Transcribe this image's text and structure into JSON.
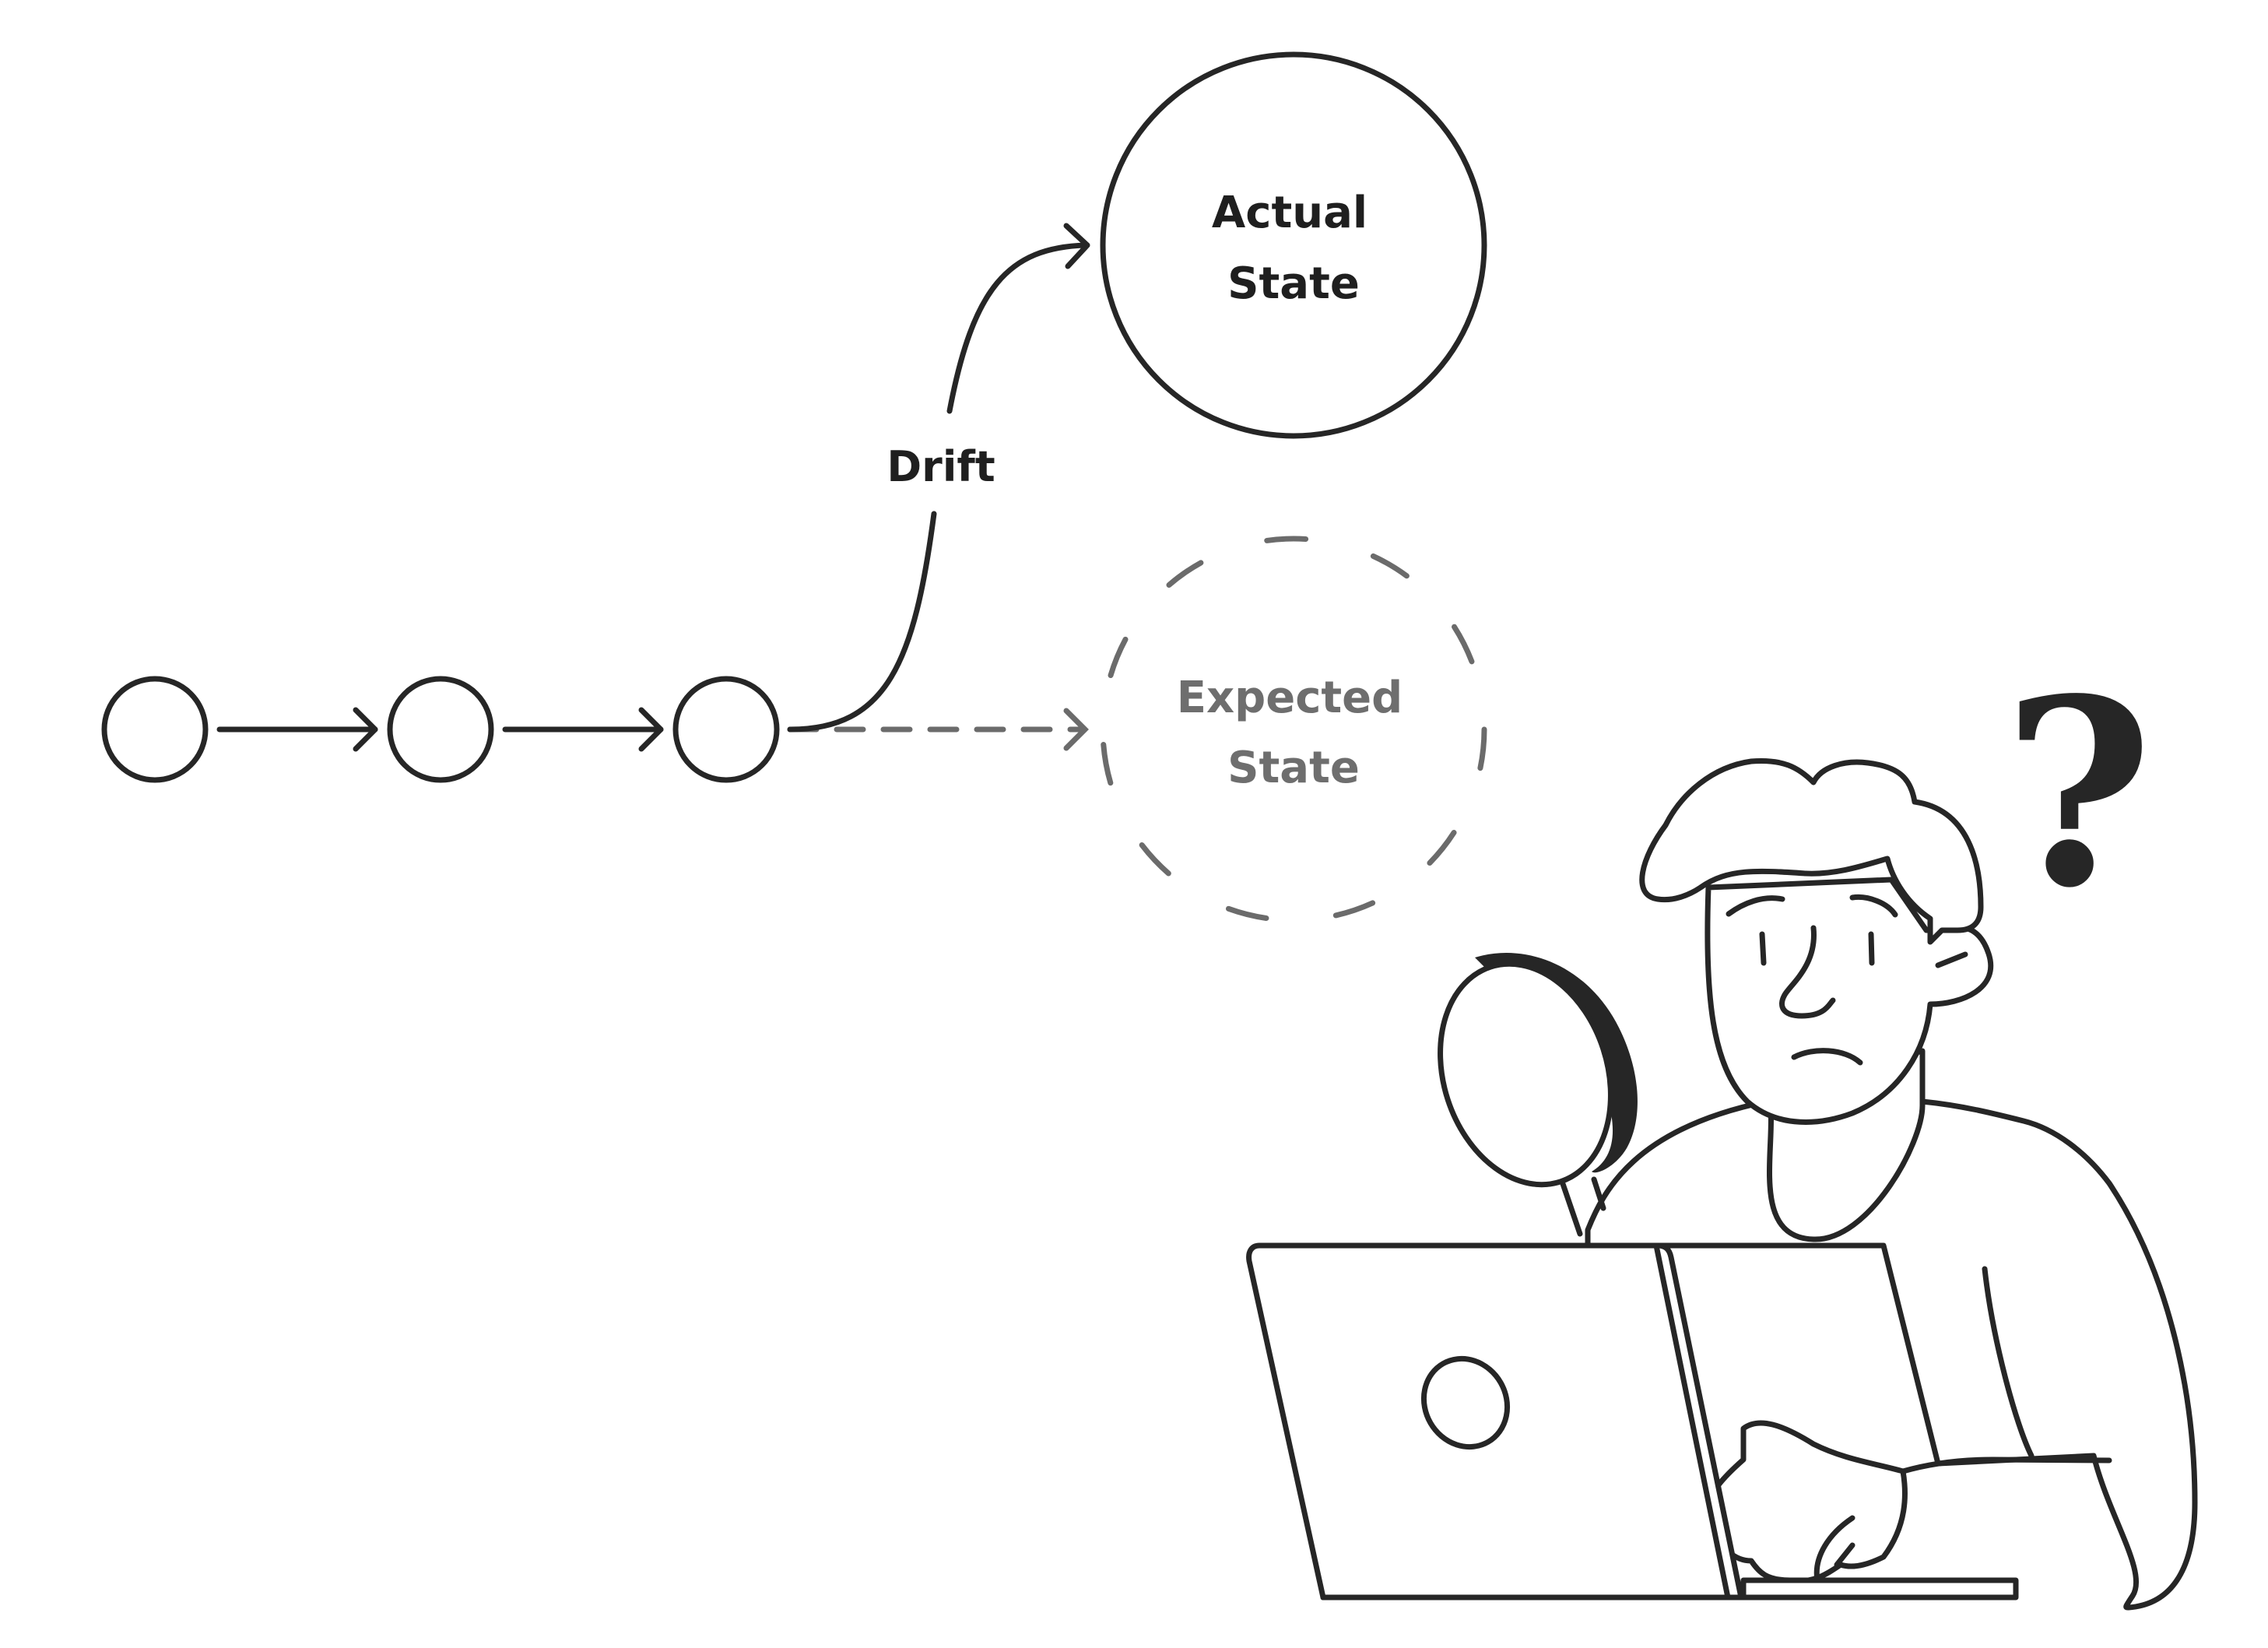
{
  "diagram": {
    "nodes": {
      "actual": {
        "line1": "Actual",
        "line2": "State"
      },
      "expected": {
        "line1": "Expected",
        "line2": "State"
      }
    },
    "edge_label": "Drift",
    "symbol": "?"
  },
  "colors": {
    "ink": "#262626",
    "muted": "#6b6b6b",
    "background": "#ffffff"
  }
}
